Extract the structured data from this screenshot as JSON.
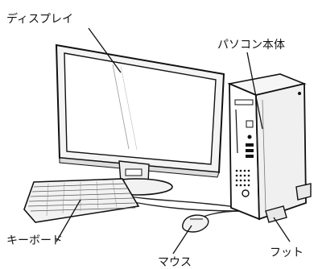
{
  "labels": {
    "display": "ディスプレイ",
    "pc_unit": "パソコン本体",
    "keyboard": "キーボード",
    "mouse": "マウス",
    "foot": "フット"
  }
}
